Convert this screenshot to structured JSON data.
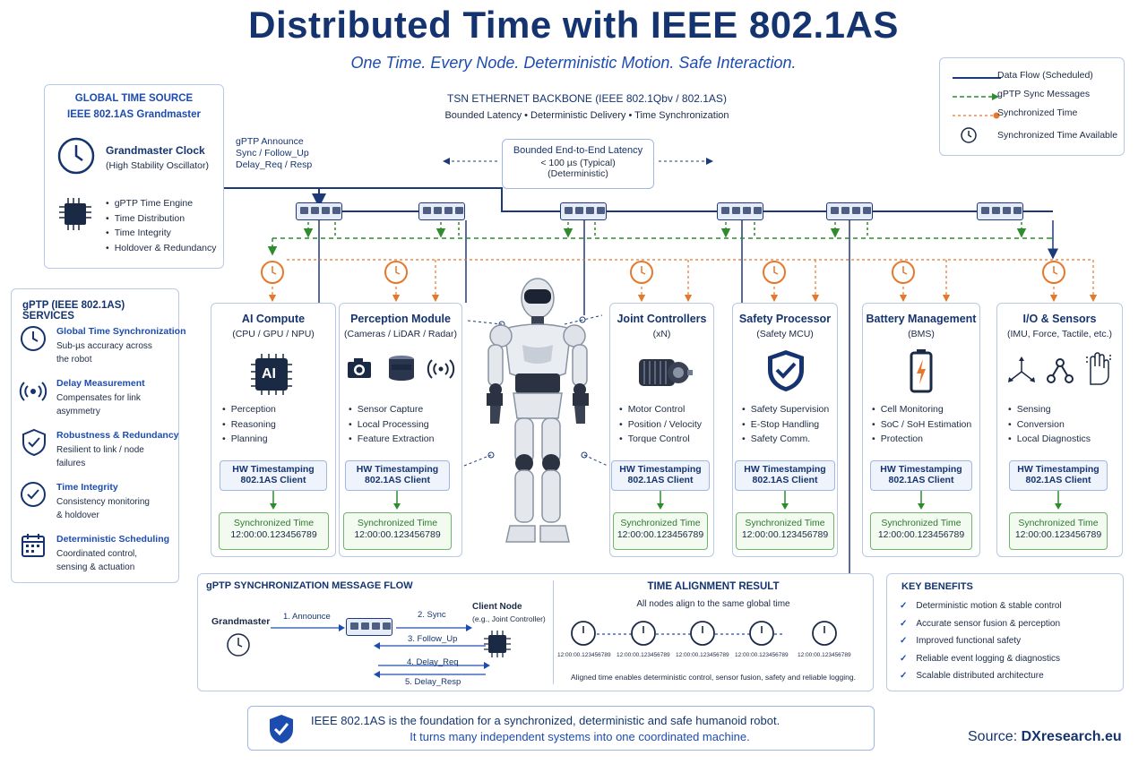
{
  "title": "Distributed Time with IEEE 802.1AS",
  "subtitle": "One Time. Every Node. Deterministic Motion. Safe Interaction.",
  "legend": {
    "data_flow": "Data Flow (Scheduled)",
    "gptp_sync": "gPTP Sync Messages",
    "sync_time": "Synchronized Time",
    "sync_available": "Synchronized Time Available"
  },
  "global_source": {
    "title1": "GLOBAL TIME SOURCE",
    "title2": "IEEE 802.1AS Grandmaster",
    "clock_title": "Grandmaster Clock",
    "clock_sub": "(High Stability Oscillator)",
    "items": [
      "gPTP Time Engine",
      "Time Distribution",
      "Time Integrity",
      "Holdover & Redundancy"
    ]
  },
  "announce": {
    "l1": "gPTP Announce",
    "l2": "Sync / Follow_Up",
    "l3": "Delay_Req / Resp"
  },
  "backbone": {
    "title": "TSN ETHERNET BACKBONE (IEEE 802.1Qbv / 802.1AS)",
    "features": "Bounded Latency  •  Deterministic Delivery  •  Time Synchronization",
    "latency_title": "Bounded End-to-End Latency",
    "latency_value": "< 100 µs (Typical)",
    "latency_note": "(Deterministic)"
  },
  "services": {
    "title": "gPTP (IEEE 802.1AS) SERVICES",
    "items": [
      {
        "title": "Global Time Synchronization",
        "desc1": "Sub-µs accuracy across",
        "desc2": "the robot"
      },
      {
        "title": "Delay Measurement",
        "desc1": "Compensates for link",
        "desc2": "asymmetry"
      },
      {
        "title": "Robustness & Redundancy",
        "desc1": "Resilient to link / node",
        "desc2": "failures"
      },
      {
        "title": "Time Integrity",
        "desc1": "Consistency monitoring",
        "desc2": "& holdover"
      },
      {
        "title": "Deterministic Scheduling",
        "desc1": "Coordinated control,",
        "desc2": "sensing & actuation"
      }
    ]
  },
  "nodes": [
    {
      "title": "AI Compute",
      "sub": "(CPU / GPU / NPU)",
      "items": [
        "Perception",
        "Reasoning",
        "Planning"
      ],
      "icon": "AI"
    },
    {
      "title": "Perception Module",
      "sub": "(Cameras / LiDAR / Radar)",
      "items": [
        "Sensor Capture",
        "Local Processing",
        "Feature Extraction"
      ]
    },
    {
      "title": "Joint Controllers",
      "sub": "(xN)",
      "items": [
        "Motor Control",
        "Position / Velocity",
        "Torque Control"
      ]
    },
    {
      "title": "Safety Processor",
      "sub": "(Safety MCU)",
      "items": [
        "Safety Supervision",
        "E-Stop Handling",
        "Safety Comm."
      ]
    },
    {
      "title": "Battery Management",
      "sub": "(BMS)",
      "items": [
        "Cell Monitoring",
        "SoC / SoH Estimation",
        "Protection"
      ]
    },
    {
      "title": "I/O & Sensors",
      "sub": "(IMU, Force, Tactile, etc.)",
      "items": [
        "Sensing",
        "Conversion",
        "Local Diagnostics"
      ]
    }
  ],
  "hw_line1": "HW Timestamping",
  "hw_line2": "802.1AS Client",
  "st_line1": "Synchronized Time",
  "st_line2": "12:00:00.123456789",
  "flow": {
    "title": "gPTP SYNCHRONIZATION MESSAGE FLOW",
    "grandmaster": "Grandmaster",
    "client": "Client Node",
    "client_sub": "(e.g., Joint Controller)",
    "m1": "1. Announce",
    "m2": "2. Sync",
    "m3": "3. Follow_Up",
    "m4": "4. Delay_Req",
    "m5": "5. Delay_Resp"
  },
  "alignment": {
    "title": "TIME ALIGNMENT RESULT",
    "sub": "All nodes align to the same global time",
    "clock_label": "12:00:00.123456789",
    "note": "Aligned time enables deterministic control, sensor fusion, safety and reliable logging."
  },
  "benefits": {
    "title": "KEY BENEFITS",
    "items": [
      "Deterministic motion & stable control",
      "Accurate sensor fusion & perception",
      "Improved functional safety",
      "Reliable event logging & diagnostics",
      "Scalable distributed architecture"
    ]
  },
  "footer": {
    "line1": "IEEE 802.1AS is the foundation for a synchronized, deterministic and safe humanoid robot.",
    "line2": "It turns many independent systems into one coordinated machine."
  },
  "source": {
    "prefix": "Source: ",
    "name": "DXresearch.eu"
  },
  "colors": {
    "navy": "#15346f",
    "blue": "#1d4cb0",
    "green": "#2e8b2e",
    "orange": "#e4782d"
  }
}
